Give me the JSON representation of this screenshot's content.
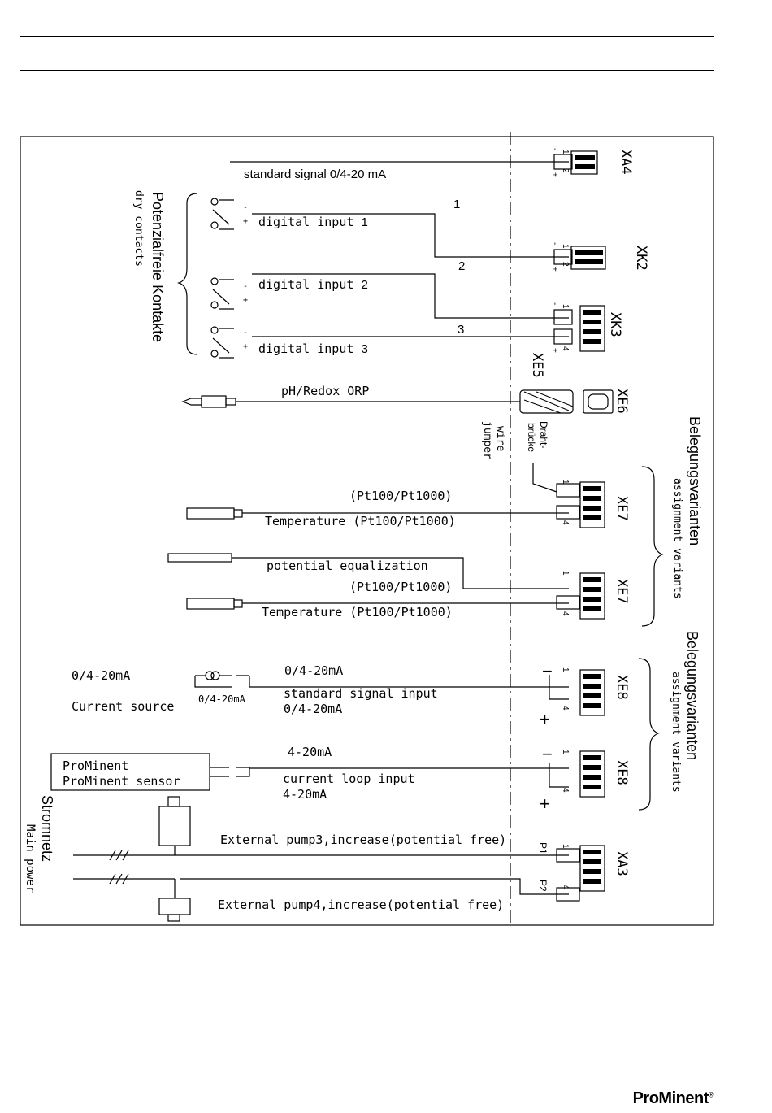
{
  "labels": {
    "standard_signal_top": "standard signal 0/4-20 mA",
    "potenzialfreie": "Potenzialfreie Kontakte",
    "dry_contacts": "dry contacts",
    "digital_input": "digital input",
    "num1": "1",
    "num2": "2",
    "num3": "3",
    "ph_redox": "pH/Redox ORP",
    "wire_jumper_1": "wire",
    "wire_jumper_2": "jumper",
    "draht_1": "Draht-",
    "draht_2": "brücke",
    "pt_1": "(Pt100/Pt1000)",
    "temp_1": "Temperature (Pt100/Pt1000)",
    "potential_eq": "potential equalization",
    "pt_2": "(Pt100/Pt1000)",
    "temp_2": "Temperature (Pt100/Pt1000)",
    "belegung_1": "Belegungsvarianten",
    "assignment_1": "assignment variants",
    "belegung_2": "Belegungsvarianten",
    "assignment_2": "assignment variants",
    "cs_value": "0/4-20mA",
    "cs_label": "Current source",
    "cs_symbol_label": "0/4-20mA",
    "sig_top": "0/4-20mA",
    "sig_1": "standard signal input",
    "sig_2": "0/4-20mA",
    "loop_top": "4-20mA",
    "loop_1": "current loop input",
    "loop_2": "4-20mA",
    "prominent_1": "ProMinent",
    "prominent_2": "ProMinent sensor",
    "stromnetz": "Stromnetz",
    "main_power": "Main power",
    "pump3": "External pump3,increase(potential free)",
    "pump4": "External pump4,increase(potential free)",
    "p1": "P1",
    "p2": "P2",
    "minus": "-",
    "plus": "+",
    "big_minus": "−",
    "big_plus": "+",
    "pin1": "1",
    "pin2": "2",
    "pin4": "4"
  },
  "connectors": {
    "xa4": "XA4",
    "xk2": "XK2",
    "xk3": "XK3",
    "xe5": "XE5",
    "xe6": "XE6",
    "xe7a": "XE7",
    "xe7b": "XE7",
    "xe8a": "XE8",
    "xe8b": "XE8",
    "xa3": "XA3"
  },
  "footer": {
    "logo_pro": "Pro",
    "logo_minent": "Minent",
    "logo_reg": "®"
  }
}
